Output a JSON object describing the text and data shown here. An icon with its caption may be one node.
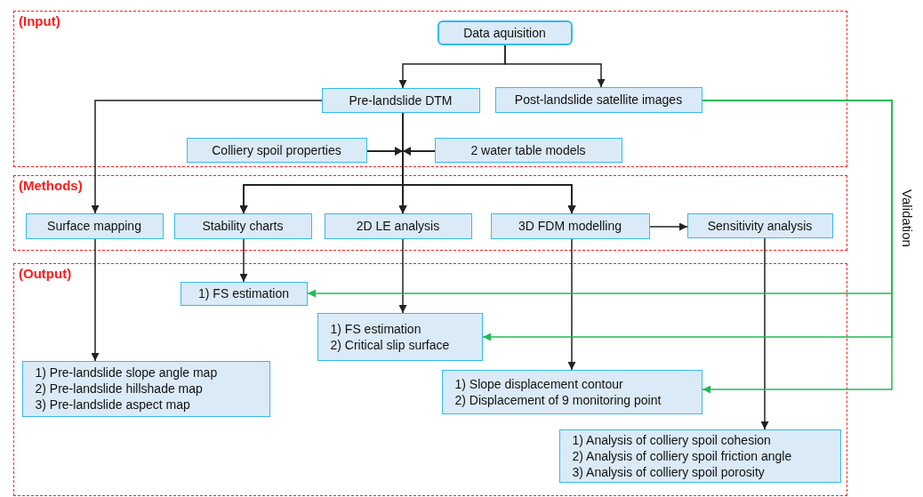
{
  "diagram": {
    "nodes": [
      {
        "text": [
          "(Input)"
        ]
      },
      {
        "text": [
          "Data aquisition"
        ],
        "in": 0
      },
      {
        "text": [
          "Pre-landslide DTM"
        ],
        "in": 0
      },
      {
        "text": [
          "Post-landslide satellite images"
        ],
        "in": 0
      },
      {
        "text": [
          "Colliery spoil properties"
        ],
        "in": 0
      },
      {
        "text": [
          "2 water table models"
        ],
        "in": 0
      },
      {
        "text": [
          "(Methods)"
        ]
      },
      {
        "text": [
          "Surface mapping"
        ],
        "in": 6
      },
      {
        "text": [
          "Stability charts"
        ],
        "in": 6
      },
      {
        "text": [
          "2D LE analysis"
        ],
        "in": 6
      },
      {
        "text": [
          "3D FDM modelling"
        ],
        "in": 6
      },
      {
        "text": [
          "Sensitivity analysis"
        ],
        "in": 6
      },
      {
        "text": [
          "(Output)"
        ]
      },
      {
        "text": [
          "1) FS estimation"
        ],
        "in": 12
      },
      {
        "text": [
          "1) FS estimation",
          "2) Critical slip surface"
        ],
        "in": 12
      },
      {
        "text": [
          "1) Pre-landslide slope angle map",
          "2) Pre-landslide hillshade map",
          "3) Pre-landslide aspect map"
        ],
        "in": 12
      },
      {
        "text": [
          "1) Slope displacement contour",
          "2) Displacement of 9 monitoring point"
        ],
        "in": 12
      },
      {
        "text": [
          "1) Analysis of colliery spoil cohesion",
          "2) Analysis of colliery spoil friction angle",
          "3) Analysis of colliery spoil porosity"
        ],
        "in": 12
      }
    ],
    "edges": [
      {
        "from": 1,
        "to": 2,
        "arrow": "to"
      },
      {
        "from": 1,
        "to": 3,
        "arrow": "to"
      },
      {
        "from": 2,
        "to": 7,
        "arrow": "to"
      },
      {
        "from": 2,
        "to": 8,
        "arrow": "to"
      },
      {
        "from": 2,
        "to": 9,
        "arrow": "to"
      },
      {
        "from": 2,
        "to": 10,
        "arrow": "to"
      },
      {
        "from": 4,
        "to": 8,
        "arrow": "to"
      },
      {
        "from": 4,
        "to": 9,
        "arrow": "to"
      },
      {
        "from": 4,
        "to": 10,
        "arrow": "to"
      },
      {
        "from": 5,
        "to": 8,
        "arrow": "to"
      },
      {
        "from": 5,
        "to": 9,
        "arrow": "to"
      },
      {
        "from": 5,
        "to": 10,
        "arrow": "to"
      },
      {
        "from": 7,
        "to": 15,
        "arrow": "to"
      },
      {
        "from": 8,
        "to": 13,
        "arrow": "to"
      },
      {
        "from": 9,
        "to": 14,
        "arrow": "to"
      },
      {
        "from": 10,
        "to": 16,
        "arrow": "to"
      },
      {
        "from": 11,
        "to": 17,
        "arrow": "to"
      },
      {
        "from": 10,
        "to": 11,
        "arrow": "to"
      },
      {
        "from": 3,
        "to": 13,
        "arrow": "to",
        "label": "Validation",
        "color": "#22bb55"
      },
      {
        "from": 3,
        "to": 14,
        "arrow": "to",
        "color": "#22bb55"
      },
      {
        "from": 3,
        "to": 16,
        "arrow": "to",
        "color": "#22bb55"
      }
    ]
  }
}
